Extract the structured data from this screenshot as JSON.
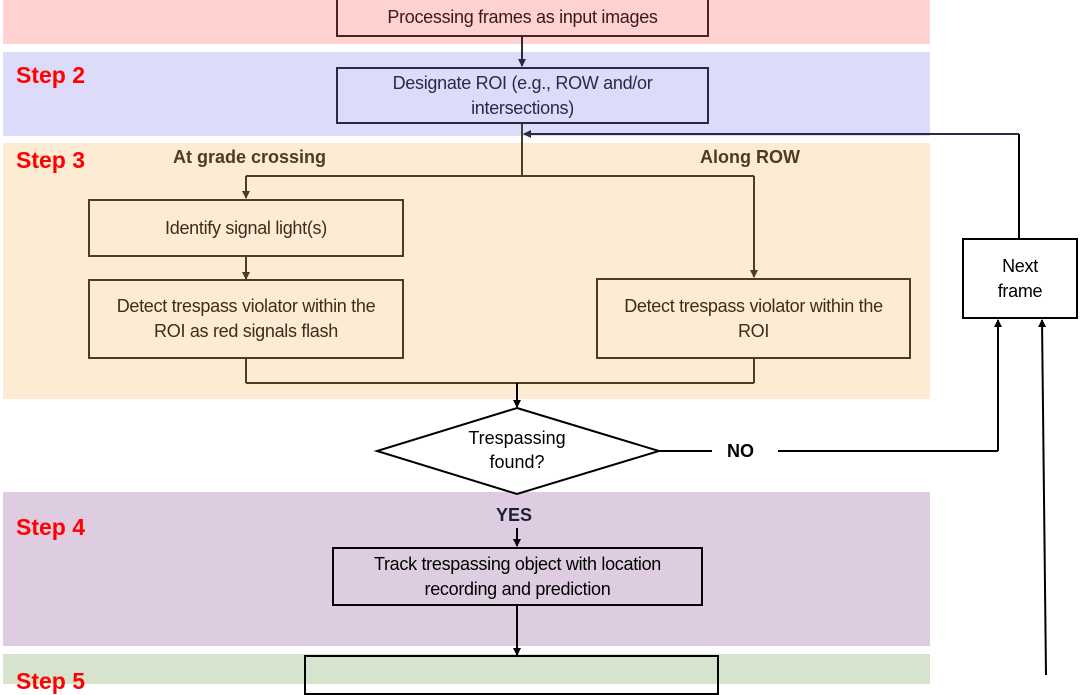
{
  "colors": {
    "step1_bg": "#ffd1d0",
    "step2_bg": "#dcdcfa",
    "step3_bg": "#fdebd3",
    "step4_bg": "#decde0",
    "step5_bg": "#d6e3cd",
    "step_label": "#ff0000"
  },
  "steps": [
    {
      "label": "Step 2"
    },
    {
      "label": "Step 3"
    },
    {
      "label": "Step 4"
    },
    {
      "label": "Step 5"
    }
  ],
  "nodes": {
    "processing": "Processing frames as input images",
    "designate_roi": "Designate ROI (e.g., ROW and/or intersections)",
    "identify_signal": "Identify signal light(s)",
    "detect_crossing": "Detect trespass violator within the ROI as red signals flash",
    "detect_row": "Detect trespass violator within the ROI",
    "decision": "Trespassing found?",
    "track": "Track trespassing object with location recording and prediction",
    "next_frame": "Next frame"
  },
  "branches": {
    "grade_crossing": "At grade crossing",
    "along_row": "Along ROW"
  },
  "flow_labels": {
    "no": "NO",
    "yes": "YES"
  }
}
